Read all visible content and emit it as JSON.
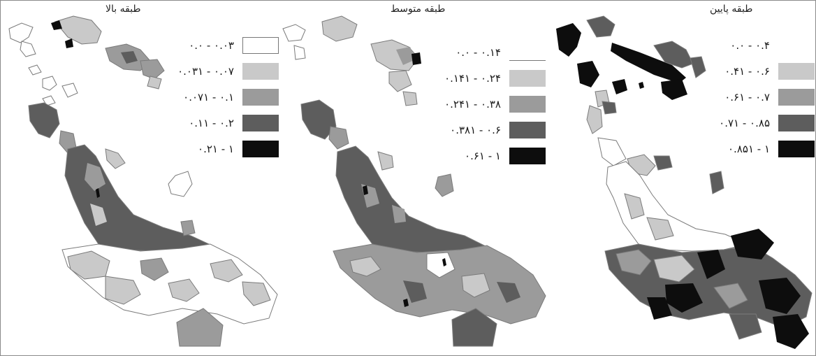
{
  "colors": {
    "class1": "#ffffff",
    "class2": "#c9c9c9",
    "class3": "#9b9b9b",
    "class4": "#5d5d5d",
    "class5": "#0d0d0d",
    "outline": "#7a7a7a"
  },
  "panels": [
    {
      "id": "high",
      "title": "طبقه بالا",
      "legend": [
        {
          "label": "۰.۰ - ۰.۰۳",
          "color": "#ffffff"
        },
        {
          "label": "۰.۰۳۱ - ۰.۰۷",
          "color": "#c9c9c9"
        },
        {
          "label": "۰.۰۷۱ - ۰.۱",
          "color": "#9b9b9b"
        },
        {
          "label": "۰.۱۱ - ۰.۲",
          "color": "#5d5d5d"
        },
        {
          "label": "۰.۲۱ - ۱",
          "color": "#0d0d0d"
        }
      ]
    },
    {
      "id": "mid",
      "title": "طبقه متوسط",
      "legend": [
        {
          "label": "۰.۰ - ۰.۱۴",
          "color": "#ffffff"
        },
        {
          "label": "۰.۱۴۱ - ۰.۲۴",
          "color": "#c9c9c9"
        },
        {
          "label": "۰.۲۴۱ - ۰.۳۸",
          "color": "#9b9b9b"
        },
        {
          "label": "۰.۳۸۱ - ۰.۶",
          "color": "#5d5d5d"
        },
        {
          "label": "۰.۶۱ - ۱",
          "color": "#0d0d0d"
        }
      ]
    },
    {
      "id": "low",
      "title": "طبقه پایین",
      "legend": [
        {
          "label": "۰.۰ - ۰.۴",
          "color": "#ffffff"
        },
        {
          "label": "۰.۴۱ - ۰.۶",
          "color": "#c9c9c9"
        },
        {
          "label": "۰.۶۱ - ۰.۷",
          "color": "#9b9b9b"
        },
        {
          "label": "۰.۷۱ - ۰.۸۵",
          "color": "#5d5d5d"
        },
        {
          "label": "۰.۸۵۱ - ۱",
          "color": "#0d0d0d"
        }
      ]
    }
  ]
}
